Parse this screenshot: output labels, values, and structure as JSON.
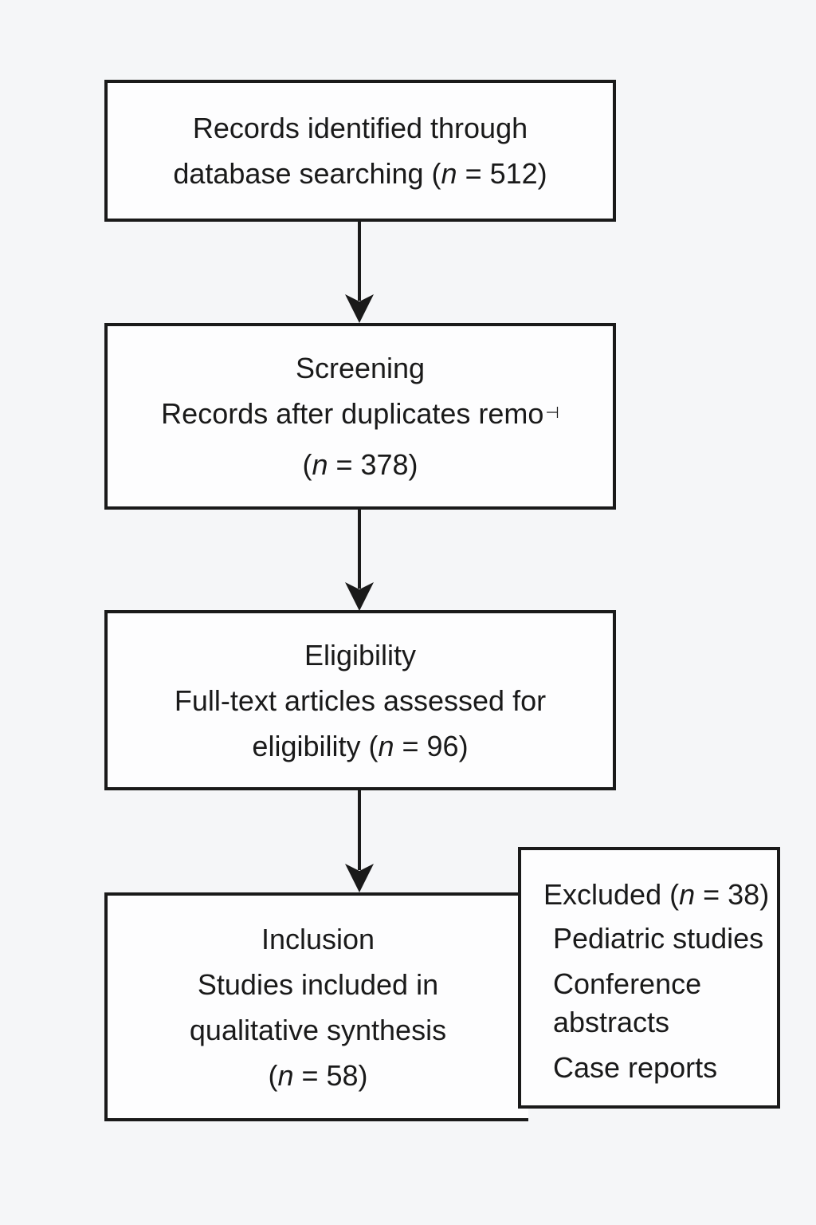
{
  "colors": {
    "background": "#f5f6f8",
    "box_fill": "#fdfdfe",
    "border": "#1a1a1a",
    "text": "#1a1a1a"
  },
  "boxes": {
    "identification": {
      "line1": "Records identified through",
      "line2": {
        "pre": "database searching (",
        "n": "n",
        "post": " = 512)"
      }
    },
    "screening": {
      "line1": "Screening",
      "line2": "Records after duplicates remo",
      "clipped_mark": "⊣",
      "line3": {
        "pre": "(",
        "n": "n",
        "post": " = 378)"
      }
    },
    "eligibility": {
      "line1": "Eligibility",
      "line2": "Full-text articles assessed for",
      "line3": {
        "pre": "eligibility (",
        "n": "n",
        "post": " = 96)"
      }
    },
    "inclusion": {
      "line1": "Inclusion",
      "line2": "Studies included in",
      "line3": "qualitative synthesis",
      "line4": {
        "pre": "(",
        "n": "n",
        "post": " = 58)"
      }
    },
    "excluded": {
      "title": {
        "pre": "Excluded (",
        "n": "n",
        "post": " = 38)"
      },
      "lines": [
        "Pediatric studies",
        "Conference",
        "abstracts",
        "Case reports"
      ]
    }
  },
  "arrows": [
    {
      "from": "identification",
      "to": "screening"
    },
    {
      "from": "screening",
      "to": "eligibility"
    },
    {
      "from": "eligibility",
      "to": "inclusion"
    }
  ]
}
